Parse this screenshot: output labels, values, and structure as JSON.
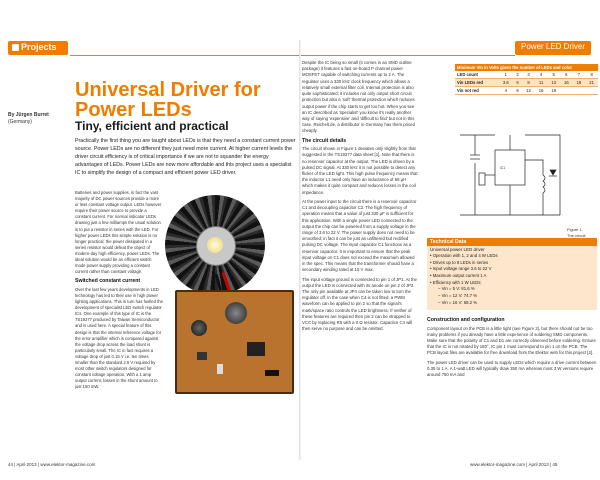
{
  "header": {
    "left_section": "Projects",
    "right_section": "Power LED Driver"
  },
  "byline": {
    "by": "By Jürgen Burret",
    "country": "(Germany)"
  },
  "article": {
    "title": "Universal Driver for Power LEDs",
    "subtitle": "Tiny, efficient and practical",
    "intro": "Practically the first thing you are taught about LEDs is that they need a constant current power source. Power LEDs are no different they just need more current. At higher current levels the driver circuit efficiency is of critical importance if we are not to squander the energy advantages of LEDs. Power LEDs are now more affordable and this project uses a specialist IC to simplify the design of a compact and efficient power LED driver."
  },
  "left_columns": {
    "col1_p1": "Batteries and power supplies, in fact the vast majority of DC power sources provide a more or less constant voltage output. LEDs however require their power source to provide a constant current. For normal indicator LEDs drawing just a few milliamps the usual solution is to put a resistor in series with the LED. For higher power LEDs this simple solution is no longer practical; the power dissipated in a series resistor would defeat the object of modern-day high efficiency, power LEDs. The ideal solution would be an efficient switch mode power supply providing a constant current rather than constant voltage.",
    "col1_h": "Switched constant current",
    "col1_p2": "Over the last few years developments in LED technology has led to their use in high power lighting applications. This in turn has fuelled the development of specialist LED switch regulator ICs. One example of this type of IC is the TS19377 produced by Taiwan Semiconductor and is used here. A special feature of this design is that the internal reference voltage for the error amplifier which is compared against the voltage drop across the load shunt is particularly small. The IC in fact requires a voltage drop of just 0.15 V i.e. ten times smaller than the standard 2.5 V required by most other switch regulators designed for constant voltage operation. With a 1 amp output current, losses in the shunt amount to just 150 mW.",
    "col2_p1": "Despite the IC being so small (it comes in an SMD outline package) it features a fast on-board P channel power MOSFET capable of switching currents up to 2 A. The regulator uses a 330 kHz clock frequency which allows a relatively small external filter coil. Internal protection is also quite sophisticated; it includes not only output short circuit protection but also a 'soft' thermal protection which reduces output power if the chip starts to get too hot. When you see an IC described as 'specialist' you know it's really another way of saying 'expensive' and 'difficult to find' but not in this case. Reichelt.de, a distributor in Germany has them priced cheaply.",
    "col2_h": "The circuit details",
    "col2_p2": "The circuit shown in Figure 1 deviates only slightly from that suggested in the TS19377 data sheet [1]. Note that there is no reservoir capacitor at the output. The LED is driven by a pulsed DC signal. At 330 kHz it is not possible to detect any flicker of the LED light. This high pulse frequency means that the inductor L1 need only have an inductance of 68 µH which makes it quite compact and reduces losses in the coil impedance.",
    "col2_p3": "At the power input to the circuit there is a reservoir capacitor C1 and decoupling capacitor C2. The high frequency of operation means that a value of just 330 µF is sufficient for this application. With a single power LED connected to the output the chip can be powered from a supply voltage in the range of 3.6 to 22 V. The power supply does not need to be smoothed; in fact it can be just an unfiltered but rectified pulsing DC voltage. The input capacitor C1 functions as a reservoir capacitor. It is important to ensure that the peak input voltage on C1 does not exceed the maximum allowed in the spec. This means that the transformer should have a secondary winding rated at 15 V max.",
    "col2_p4": "The input voltage ground is connected to pin 1 of JP1. At the output the LED is connected with its anode on pin 2 of JP2. The only pin available at JP4 can be taken low to turn the regulator off. In the case when C4 is not fitted, a PWM waveform can be applied to pin 2 so that the signal's mark/space ratio controls the LED brightness. If neither of these features are required then pin 2 can be strapped to VCC by replacing R5 with a 0 Ω resistor. Capacitor C4 will then serve no purpose and can be omitted."
  },
  "table": {
    "caption": "Minimum Vin in Volts given the number of LEDs and color",
    "headers": [
      "LED count",
      "1",
      "2",
      "3",
      "4",
      "5",
      "6",
      "7",
      "8"
    ],
    "rows": [
      [
        "Vin LEDs red",
        "3.6",
        "6",
        "8",
        "11",
        "13",
        "16",
        "18",
        "21"
      ],
      [
        "Vin not red",
        "4",
        "8",
        "12",
        "16",
        "19",
        "",
        "",
        ""
      ]
    ]
  },
  "figure": {
    "caption_1": "Figure 1.",
    "caption_2": "The circuit diagram."
  },
  "techbox": {
    "title": "Technical Data",
    "subtitle": "Universal power LED driver",
    "items": [
      "Operation with 1, 2 and 4 W LEDs",
      "Drives up to 8 LEDs in series",
      "Input voltage range 3.6 to 22 V",
      "Maximum output current 1 A",
      "Efficiency with 1 W LEDs:"
    ],
    "efficiency": [
      "Vin = 5 V: 81.6 %",
      "Vin = 12 V: 74.7 %",
      "Vin = 16 V: 68.2 %"
    ]
  },
  "right_columns": {
    "h": "Construction and configuration",
    "p1": "Component layout on the PCB is a little tight (see Figure 2), but there should not be too many problems if you already have a little experience of soldering SMD components. Make sure that the polarity of C1 and D1 are correctly observed before soldering. Ensure that the IC is not rotated by 180°, IC pin 1 must correspond to pin 1 on the PCB. The PCB layout files are available for free download from the Elektor web for this project [2].",
    "p2": "The power LED driver can be used to supply LEDs which require a drive current between 0.35 to 1 A. A 1-watt LED will typically draw 350 mA whereas most 3 W versions require around 750 mA and"
  },
  "footer": {
    "left": "44 | April 2013 | www.elektor-magazine.com",
    "right": "www.elektor-magazine.com | April 2013 | 45"
  }
}
